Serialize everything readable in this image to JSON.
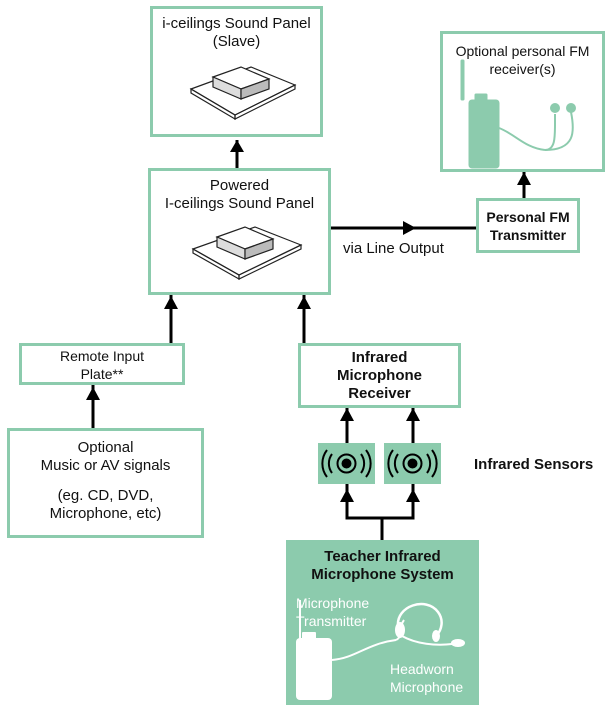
{
  "nodes": {
    "slave_panel": {
      "line1": "i-ceilings Sound Panel",
      "line2": "(Slave)"
    },
    "powered_panel": {
      "line1": "Powered",
      "line2": "I-ceilings Sound Panel"
    },
    "fm_receiver": {
      "line1": "Optional personal FM",
      "line2": "receiver(s)"
    },
    "fm_transmitter": {
      "line1": "Personal FM",
      "line2": "Transmitter"
    },
    "remote_input": {
      "line1": "Remote Input",
      "line2": "Plate**"
    },
    "ir_receiver": {
      "line1": "Infrared",
      "line2": "Microphone",
      "line3": "Receiver"
    },
    "optional_music": {
      "line1": "Optional",
      "line2": "Music or AV signals",
      "line3": "(eg. CD, DVD,",
      "line4": "Microphone, etc)"
    },
    "teacher_system": {
      "line1": "Teacher Infrared",
      "line2": "Microphone System",
      "transmitter_line1": "Microphone",
      "transmitter_line2": "Transmitter",
      "headworn_line1": "Headworn",
      "headworn_line2": "Microphone"
    }
  },
  "labels": {
    "line_output": "via Line Output",
    "infrared_sensors": "Infrared Sensors"
  },
  "icons": [
    "ceiling-panel-icon",
    "fm-receiver-icon",
    "earphones-icon",
    "infrared-sensor-icon",
    "microphone-transmitter-icon",
    "headset-icon"
  ],
  "colors": {
    "accent": "#8ccbad",
    "accent_fill": "#8ccbad",
    "text": "#111111"
  }
}
